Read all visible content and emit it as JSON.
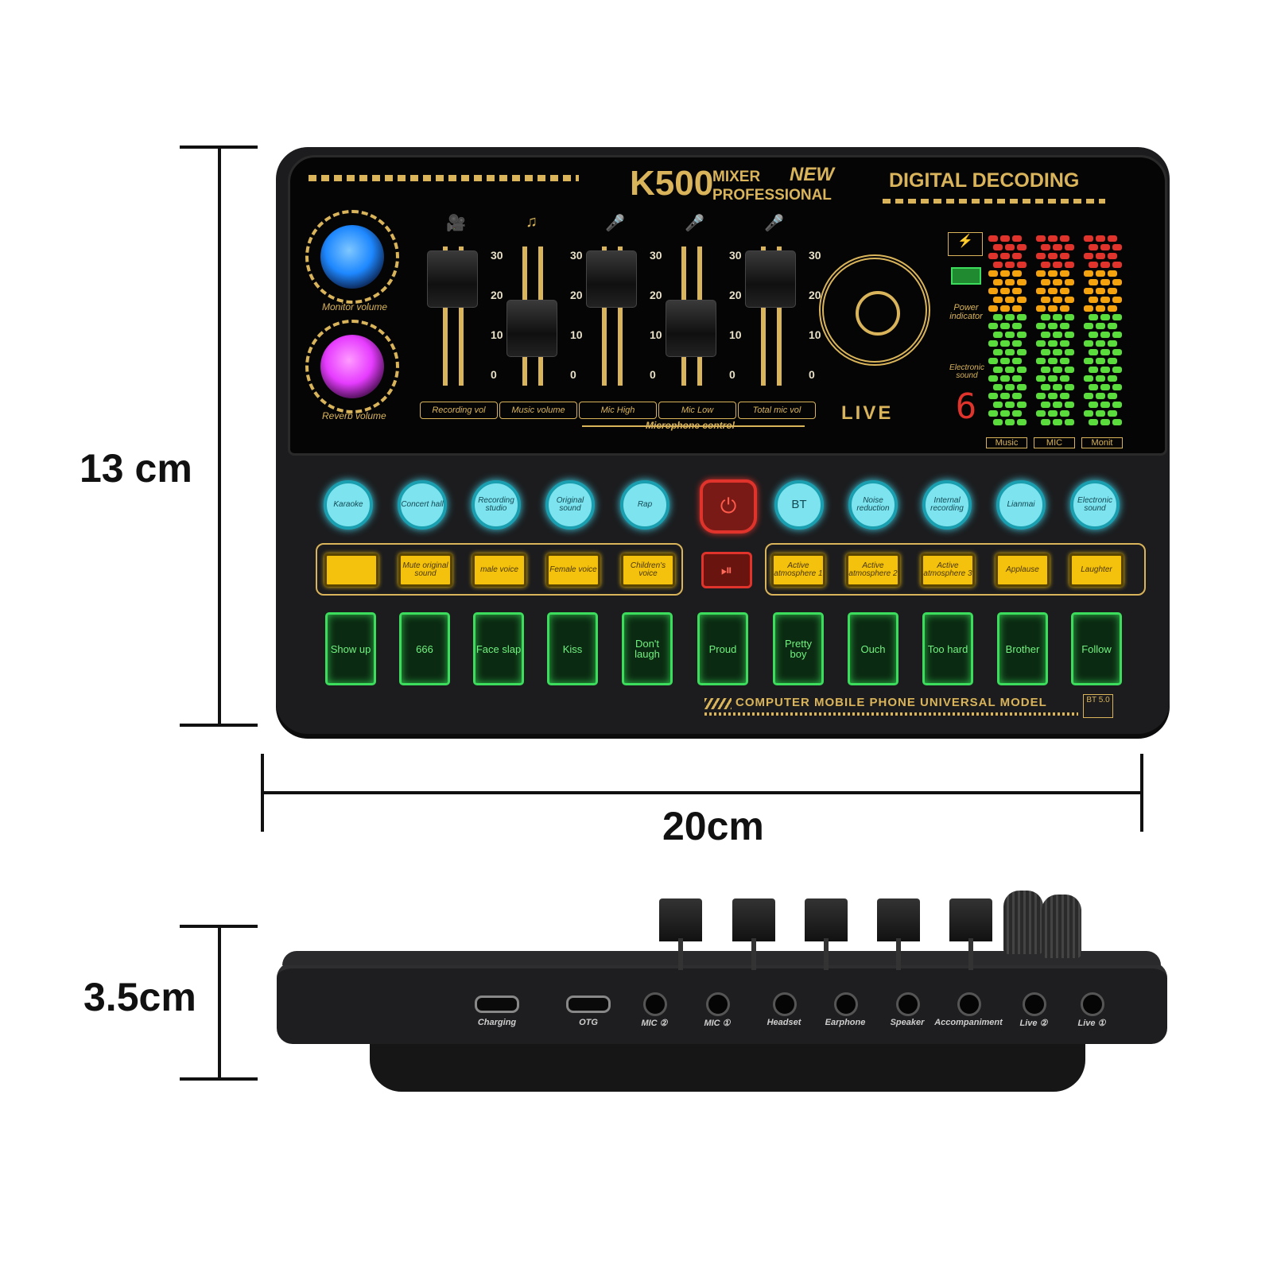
{
  "dimensions": {
    "height": "13 cm",
    "width": "20cm",
    "depth": "3.5cm"
  },
  "branding": {
    "model": "K500",
    "mixer": "MIXER",
    "professional": "PROFESSIONAL",
    "new": "NEW",
    "digital": "DIGITAL DECODING",
    "live": "LIVE",
    "footer": "COMPUTER MOBILE PHONE UNIVERSAL MODEL",
    "bt_badge": "BT 5.0"
  },
  "knobs": [
    {
      "label": "Monitor volume",
      "color": "#1e88ff"
    },
    {
      "label": "Reverb volume",
      "color": "#e63cff"
    }
  ],
  "faders": [
    {
      "label": "Recording vol",
      "icon": "camera-icon",
      "level": 30
    },
    {
      "label": "Music volume",
      "icon": "music-note-icon",
      "level": 18
    },
    {
      "label": "Mic High",
      "icon": "microphone-icon",
      "level": 30
    },
    {
      "label": "Mic Low",
      "icon": "microphone-icon",
      "level": 18
    },
    {
      "label": "Total mic vol",
      "icon": "microphone-icon",
      "level": 30
    }
  ],
  "fader_ticks": [
    "30",
    "20",
    "10",
    "0"
  ],
  "mic_control_label": "Microphone control",
  "indicators": {
    "power": "Power indicator",
    "electronic": "Electronic sound",
    "digit": "6"
  },
  "meters": [
    "Music",
    "MIC",
    "Monit"
  ],
  "cyan_buttons": [
    "Karaoke",
    "Concert hall",
    "Recording studio",
    "Original sound",
    "Rap",
    "BT",
    "Noise reduction",
    "Internal recording",
    "Lianmai",
    "Electronic sound"
  ],
  "yellow_buttons": [
    "",
    "Mute original sound",
    "male voice",
    "Female voice",
    "Children's voice",
    "Active atmosphere 1",
    "Active atmosphere 2",
    "Active atmosphere 3",
    "Applause",
    "Laughter"
  ],
  "green_buttons": [
    "Show up",
    "666",
    "Face slap",
    "Kiss",
    "Don't laugh",
    "Proud",
    "Pretty boy",
    "Ouch",
    "Too hard",
    "Brother",
    "Follow"
  ],
  "ports": [
    "Charging",
    "OTG",
    "MIC ②",
    "MIC ①",
    "Headset",
    "Earphone",
    "Speaker",
    "Accompaniment",
    "Live ②",
    "Live ①"
  ],
  "colors": {
    "gold": "#d9b45a",
    "cyan": "#7de3ee",
    "yellow": "#f4c20d",
    "green": "#3cdc5c",
    "power_red": "#e0332b"
  }
}
